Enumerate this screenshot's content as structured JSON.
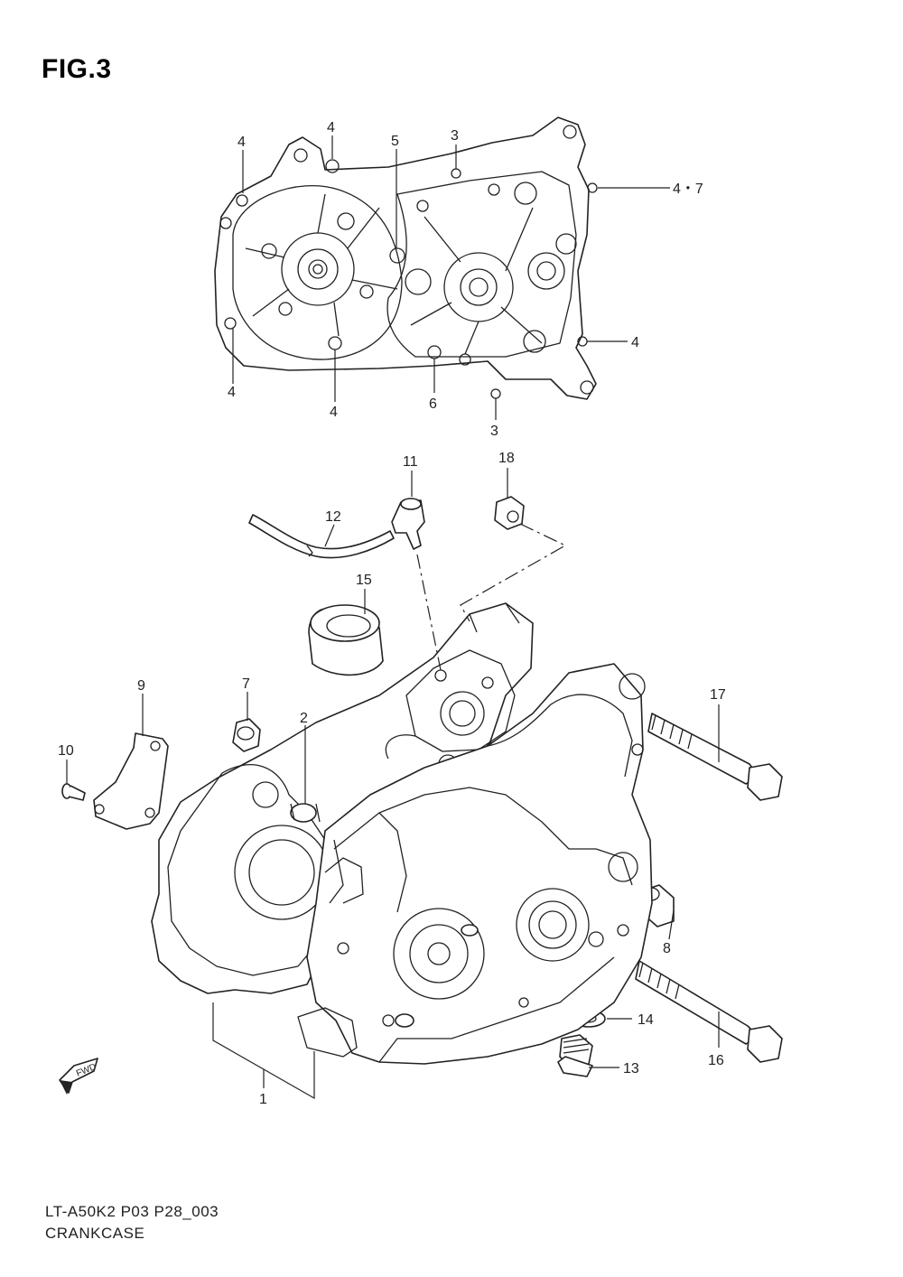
{
  "figure": {
    "title": "FIG.3"
  },
  "footer": {
    "code": "LT-A50K2 P03 P28_003",
    "name": "CRANKCASE"
  },
  "fwd_label": "FWD",
  "callouts": {
    "c4_a": "4",
    "c4_b": "4",
    "c4_c": "4",
    "c4_d": "4",
    "c4_e": "4",
    "c4_7": "4・7",
    "c5": "5",
    "c3_a": "3",
    "c3_b": "3",
    "c6": "6",
    "c11": "11",
    "c12": "12",
    "c18": "18",
    "c15": "15",
    "c9": "9",
    "c7": "7",
    "c2": "2",
    "c17": "17",
    "c10": "10",
    "c8": "8",
    "c14": "14",
    "c13": "13",
    "c16": "16",
    "c1": "1"
  }
}
